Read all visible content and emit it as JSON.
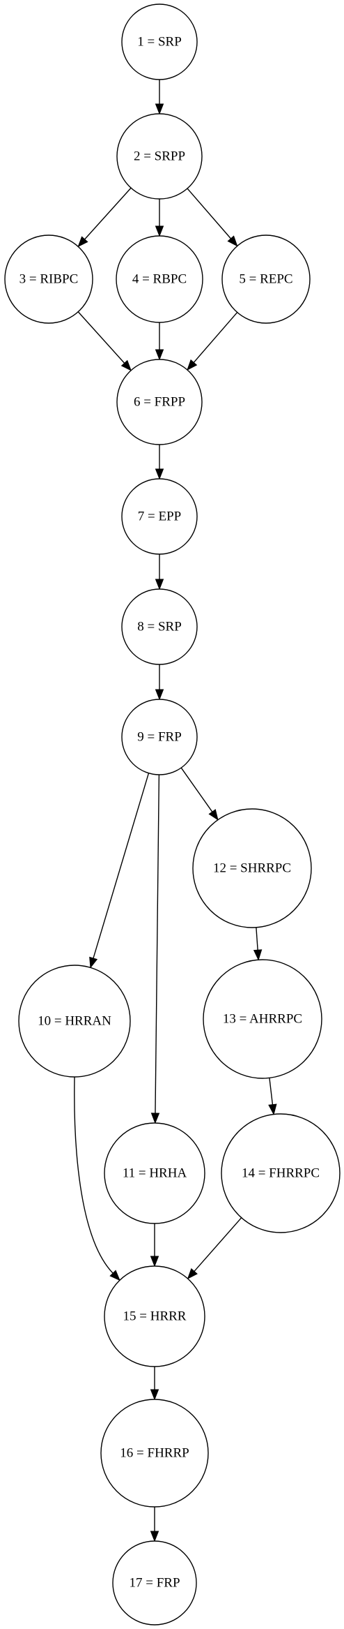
{
  "colors": {
    "background": "#ffffff",
    "stroke": "#000000",
    "text": "#000000"
  },
  "nodes": [
    {
      "id": "n1",
      "label": "1 = SRP"
    },
    {
      "id": "n2",
      "label": "2 = SRPP"
    },
    {
      "id": "n3",
      "label": "3 = RIBPC"
    },
    {
      "id": "n4",
      "label": "4 = RBPC"
    },
    {
      "id": "n5",
      "label": "5 = REPC"
    },
    {
      "id": "n6",
      "label": "6 = FRPP"
    },
    {
      "id": "n7",
      "label": "7 = EPP"
    },
    {
      "id": "n8",
      "label": "8 = SRP"
    },
    {
      "id": "n9",
      "label": "9 = FRP"
    },
    {
      "id": "n10",
      "label": "10 = HRRAN"
    },
    {
      "id": "n11",
      "label": "11 = HRHA"
    },
    {
      "id": "n12",
      "label": "12 = SHRRPC"
    },
    {
      "id": "n13",
      "label": "13 = AHRRPC"
    },
    {
      "id": "n14",
      "label": "14 = FHRRPC"
    },
    {
      "id": "n15",
      "label": "15 = HRRR"
    },
    {
      "id": "n16",
      "label": "16 = FHRRP"
    },
    {
      "id": "n17",
      "label": "17 = FRP"
    }
  ],
  "edges": [
    {
      "from": "n1",
      "to": "n2"
    },
    {
      "from": "n2",
      "to": "n3"
    },
    {
      "from": "n2",
      "to": "n4"
    },
    {
      "from": "n2",
      "to": "n5"
    },
    {
      "from": "n3",
      "to": "n6"
    },
    {
      "from": "n4",
      "to": "n6"
    },
    {
      "from": "n5",
      "to": "n6"
    },
    {
      "from": "n6",
      "to": "n7"
    },
    {
      "from": "n7",
      "to": "n8"
    },
    {
      "from": "n8",
      "to": "n9"
    },
    {
      "from": "n9",
      "to": "n10"
    },
    {
      "from": "n9",
      "to": "n11"
    },
    {
      "from": "n9",
      "to": "n12"
    },
    {
      "from": "n12",
      "to": "n13"
    },
    {
      "from": "n13",
      "to": "n14"
    },
    {
      "from": "n10",
      "to": "n15"
    },
    {
      "from": "n11",
      "to": "n15"
    },
    {
      "from": "n14",
      "to": "n15"
    },
    {
      "from": "n15",
      "to": "n16"
    },
    {
      "from": "n16",
      "to": "n17"
    }
  ]
}
